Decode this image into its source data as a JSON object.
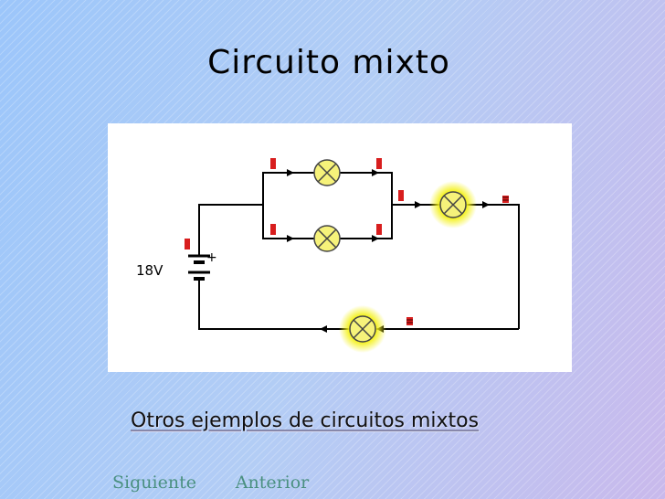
{
  "slide": {
    "title": "Circuito mixto",
    "examples_link": "Otros ejemplos de circuitos mixtos"
  },
  "diagram": {
    "battery_label": "18V",
    "battery_plus": "+",
    "colors": {
      "wire": "#000000",
      "lamp_fill": "#f6f27a",
      "lamp_glow": "#f4f11a",
      "lamp_outline": "#444444",
      "probe": "#d81e1e",
      "background": "#ffffff"
    }
  },
  "nav": {
    "next_label": "Siguiente",
    "prev_label": "Anterior"
  }
}
